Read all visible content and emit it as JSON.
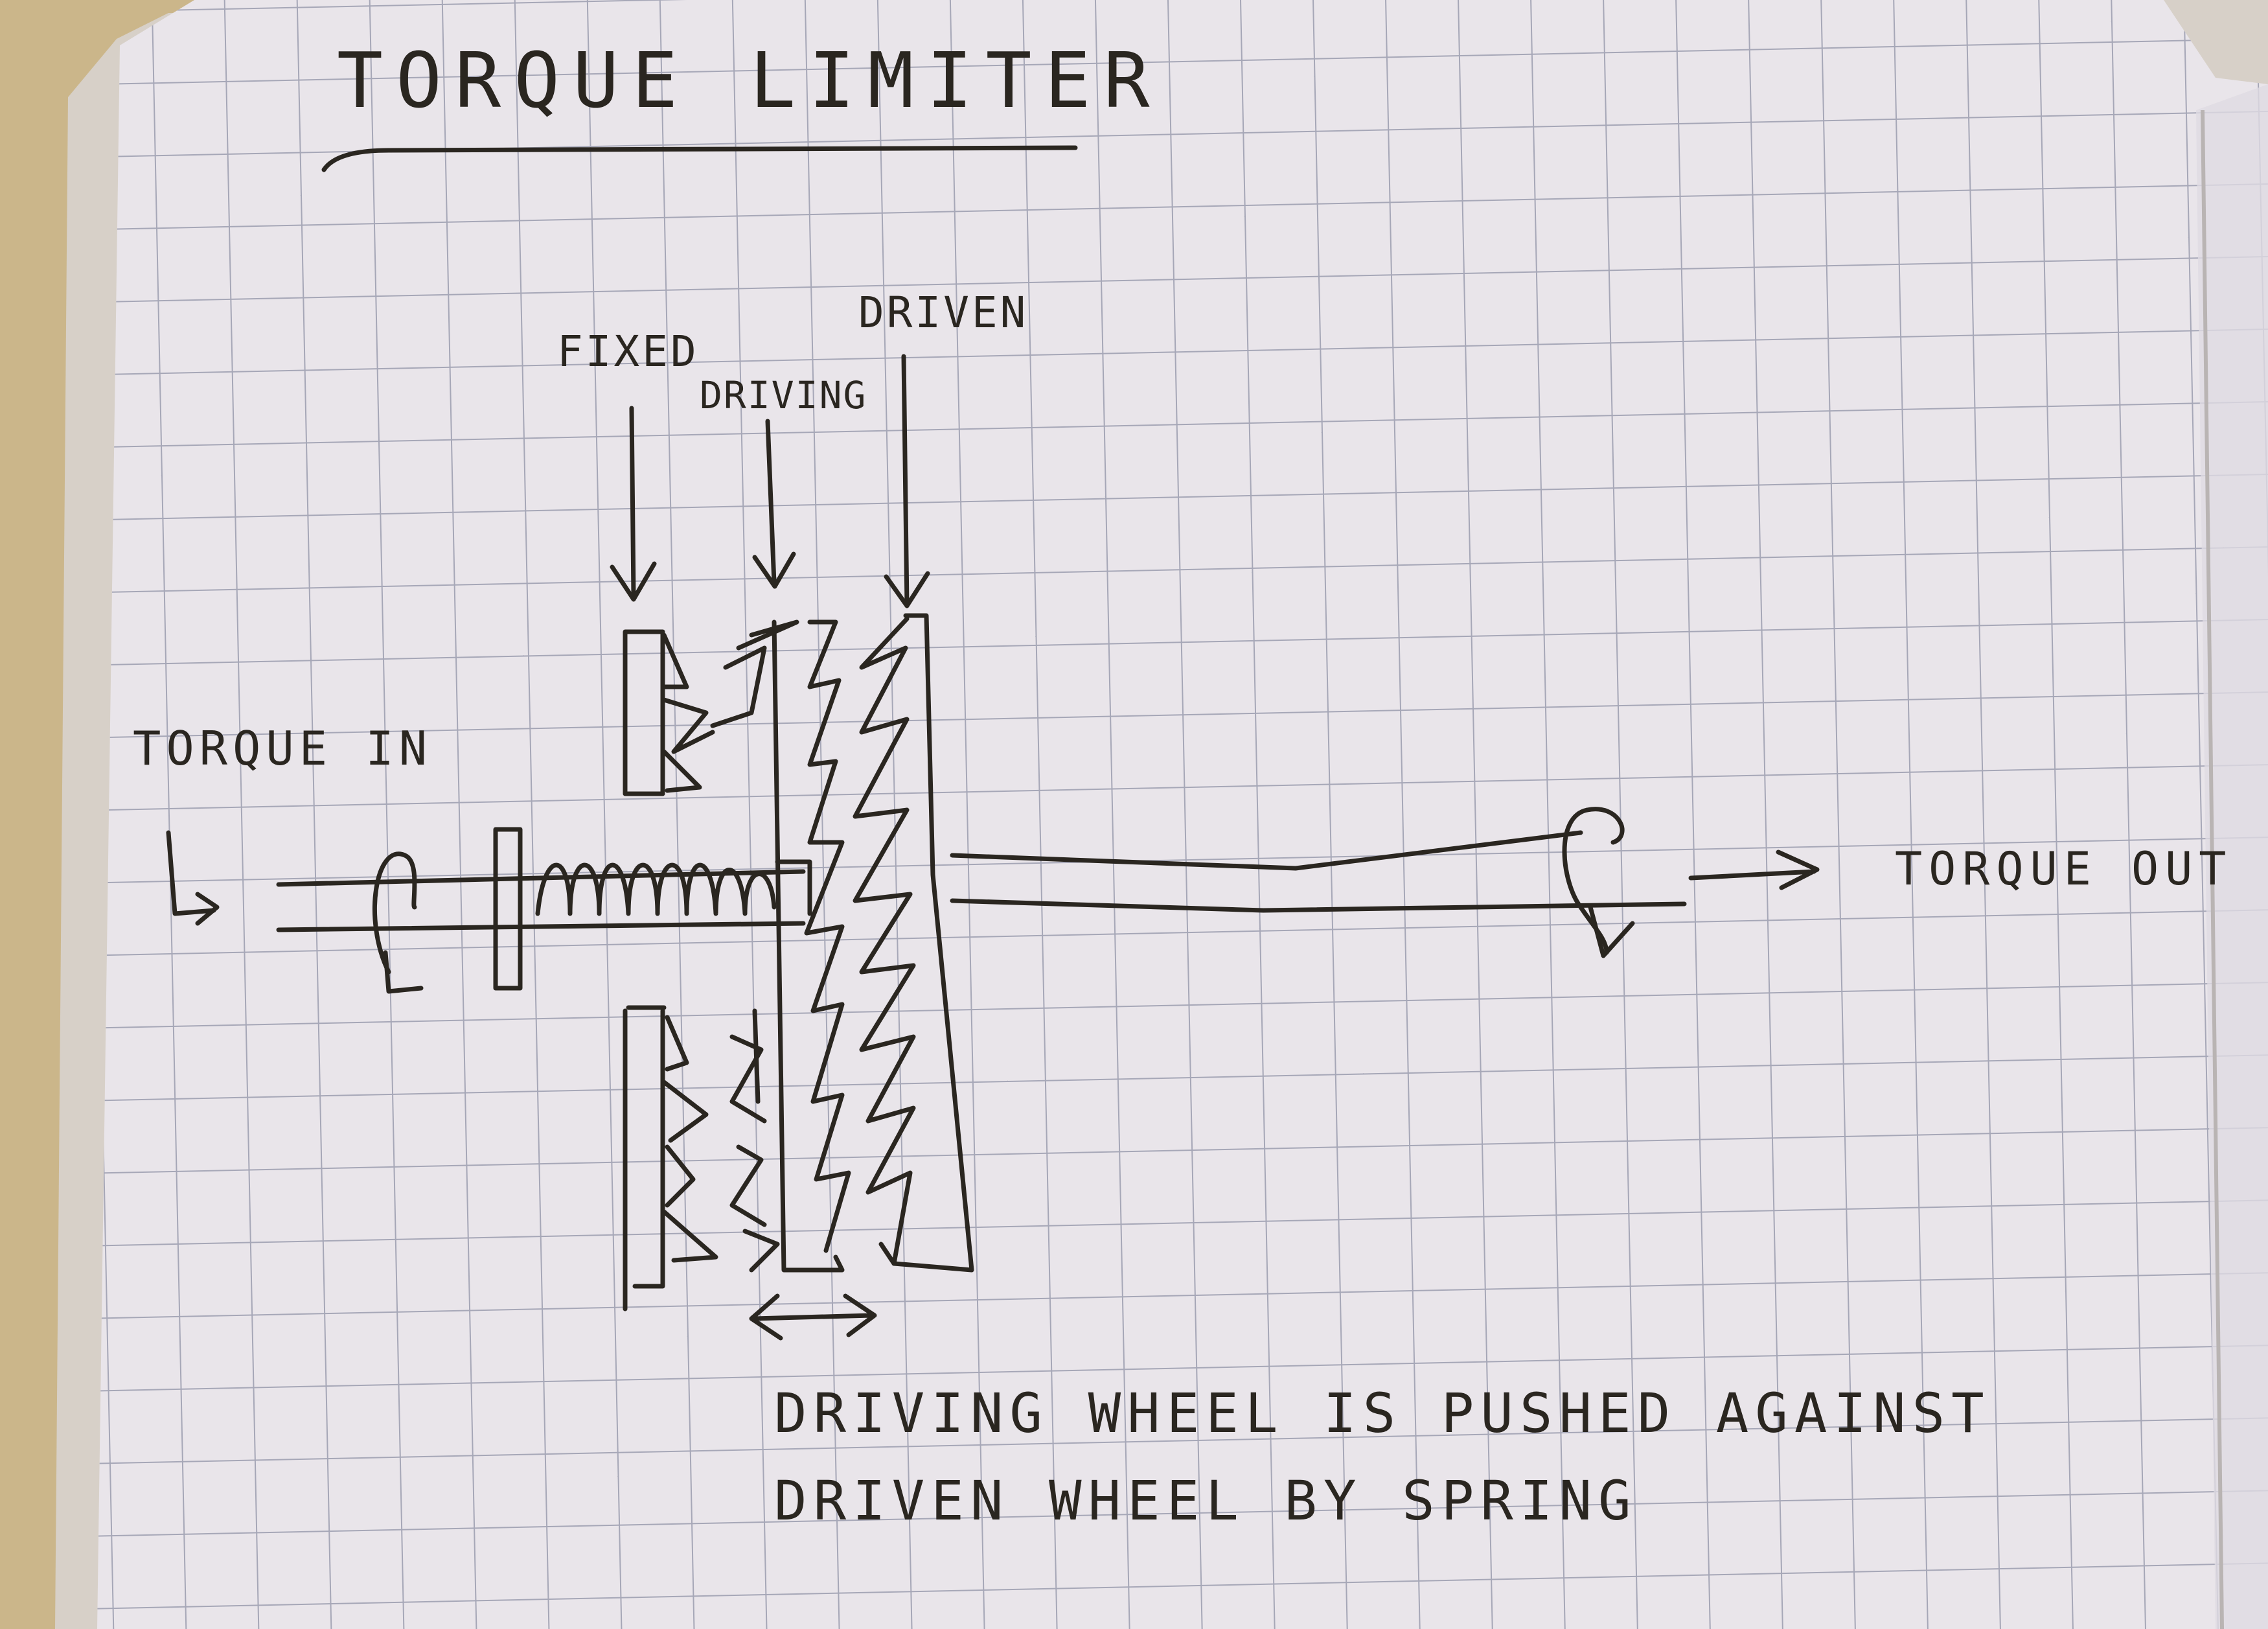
{
  "page": {
    "title": "TORQUE LIMITER",
    "colors": {
      "ink": "#2a2620",
      "paper": "#e9e5ea",
      "grid": "#a6a7b7",
      "desk": "#cbb68a",
      "page_edge": "#d9d2cc"
    }
  },
  "labels": {
    "fixed": "FIXED",
    "driving": "DRIVING",
    "driven": "DRIVEN",
    "torque_in": "TORQUE IN",
    "torque_out": "TORQUE OUT"
  },
  "caption": {
    "line1": "DRIVING WHEEL IS PUSHED AGAINST",
    "line2": "DRIVEN WHEEL BY SPRING"
  }
}
